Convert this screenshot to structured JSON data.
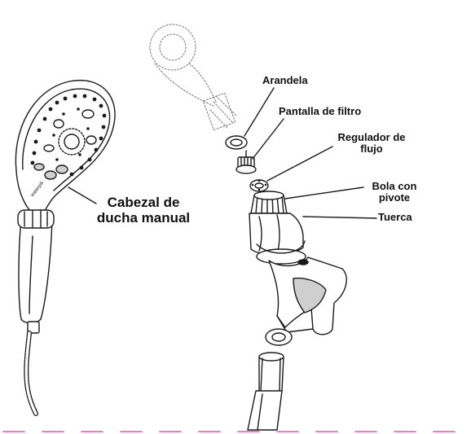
{
  "labels": {
    "arandela": "Arandela",
    "pantalla_line1": "Pantalla de filtro",
    "regulador_line1": "Regulador de",
    "regulador_line2": "flujo",
    "bola_line1": "Bola con",
    "bola_line2": "pivote",
    "tuerca": "Tuerca",
    "cabezal_line1": "Cabezal de",
    "cabezal_line2": "ducha manual",
    "brand": "waterpik"
  },
  "colors": {
    "line": "#1a1a1a",
    "dashed_border": "#e05aa8",
    "fill": "#ffffff",
    "shade": "#cfcfcf"
  }
}
